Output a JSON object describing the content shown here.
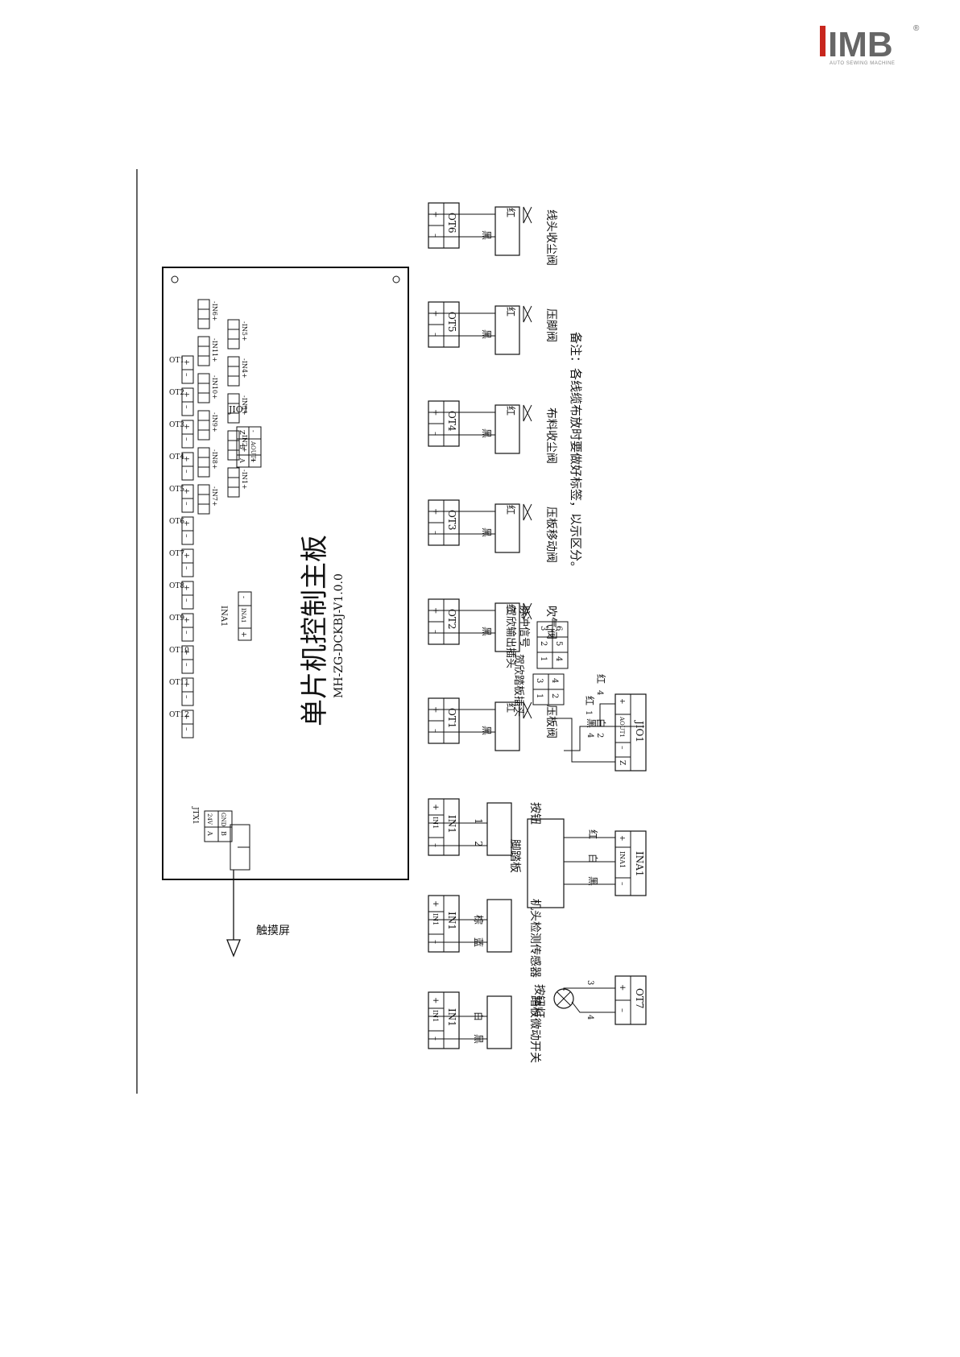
{
  "logo": {
    "brand": "IMB",
    "registered": "®",
    "tagline": "AUTO SEWING MACHINE"
  },
  "board": {
    "title": "单片机控制主板",
    "model": "MH-ZG-DCKBJ-V1.0.0",
    "jtx1": {
      "label": "JTX1",
      "pins": [
        "GND",
        "24V",
        "B",
        "A"
      ]
    },
    "touchscreen": "触摸屏",
    "jio1": {
      "label": "JIO1",
      "pins": [
        "-",
        "AOUT1",
        "+",
        "Z",
        "B",
        "A"
      ]
    },
    "ina1": {
      "label": "INA1",
      "pins": [
        "-",
        "INA1",
        "+"
      ]
    },
    "outputs": [
      "OT12",
      "OT11",
      "OT10",
      "OT9",
      "OT8",
      "OT7",
      "OT6",
      "OT5",
      "OT4",
      "OT3",
      "OT2",
      "OT1"
    ],
    "input_row_top": [
      "-IN6+",
      "-IN11+",
      "-IN10+",
      "-IN9+",
      "-IN8+",
      "-IN7+"
    ],
    "input_row_bottom": [
      "-IN5+",
      "-IN4+",
      "-IN3+",
      "-IN2+",
      "-IN1+"
    ]
  },
  "valves": [
    {
      "connector": "OT6",
      "red": "红",
      "black": "黑",
      "name": "线头收尘阀"
    },
    {
      "connector": "OT5",
      "red": "红",
      "black": "黑",
      "name": "压脚阀"
    },
    {
      "connector": "OT4",
      "red": "红",
      "black": "黑",
      "name": "布料收尘阀"
    },
    {
      "connector": "OT3",
      "red": "红",
      "black": "黑",
      "name": "压板移动阀"
    },
    {
      "connector": "OT2",
      "red": "红",
      "black": "黑",
      "name": "吹气阀"
    },
    {
      "connector": "OT1",
      "red": "红",
      "black": "黑",
      "name": "压板阀"
    }
  ],
  "inputs": [
    {
      "connector": "IN1",
      "w1": "1",
      "w2": "2",
      "name": "按钮"
    },
    {
      "connector": "IN1",
      "w1": "棕",
      "w2": "蓝",
      "name": "机头检测传感器"
    },
    {
      "connector": "IN1",
      "w1": "白",
      "w2": "黑",
      "name": "踏板微动开关"
    }
  ],
  "pin_labels": {
    "plus": "+",
    "minus": "–",
    "in": "IN1"
  },
  "note": "备注：各线缆布放时要做好标签，以示区分。",
  "jio1_detail": {
    "label": "JIO1",
    "pins": [
      "+",
      "AOUT1",
      "–",
      "Z"
    ],
    "wires": [
      {
        "color": "红",
        "num": "1"
      },
      {
        "color": "白",
        "num": "2"
      },
      {
        "color": "黑",
        "num": "4"
      },
      {
        "color": "红",
        "num": "4"
      }
    ],
    "pedal_plug": {
      "name": "贺欣踏板插头",
      "pins": [
        "4",
        "3",
        "2",
        "1"
      ]
    },
    "pulse_plug": {
      "name": "脉冲信号",
      "name2": "贺欣输出插头",
      "pins": [
        "6",
        "5",
        "4",
        "3",
        "2",
        "1"
      ]
    }
  },
  "pedal": {
    "connector": "INA1",
    "pins": [
      "+",
      "INA1",
      "–"
    ],
    "red": "红",
    "white": "白",
    "black": "黑",
    "name": "脚踏板"
  },
  "lamp": {
    "connector": "OT7",
    "w1": "3",
    "w2": "4",
    "name": "按钮灯"
  }
}
